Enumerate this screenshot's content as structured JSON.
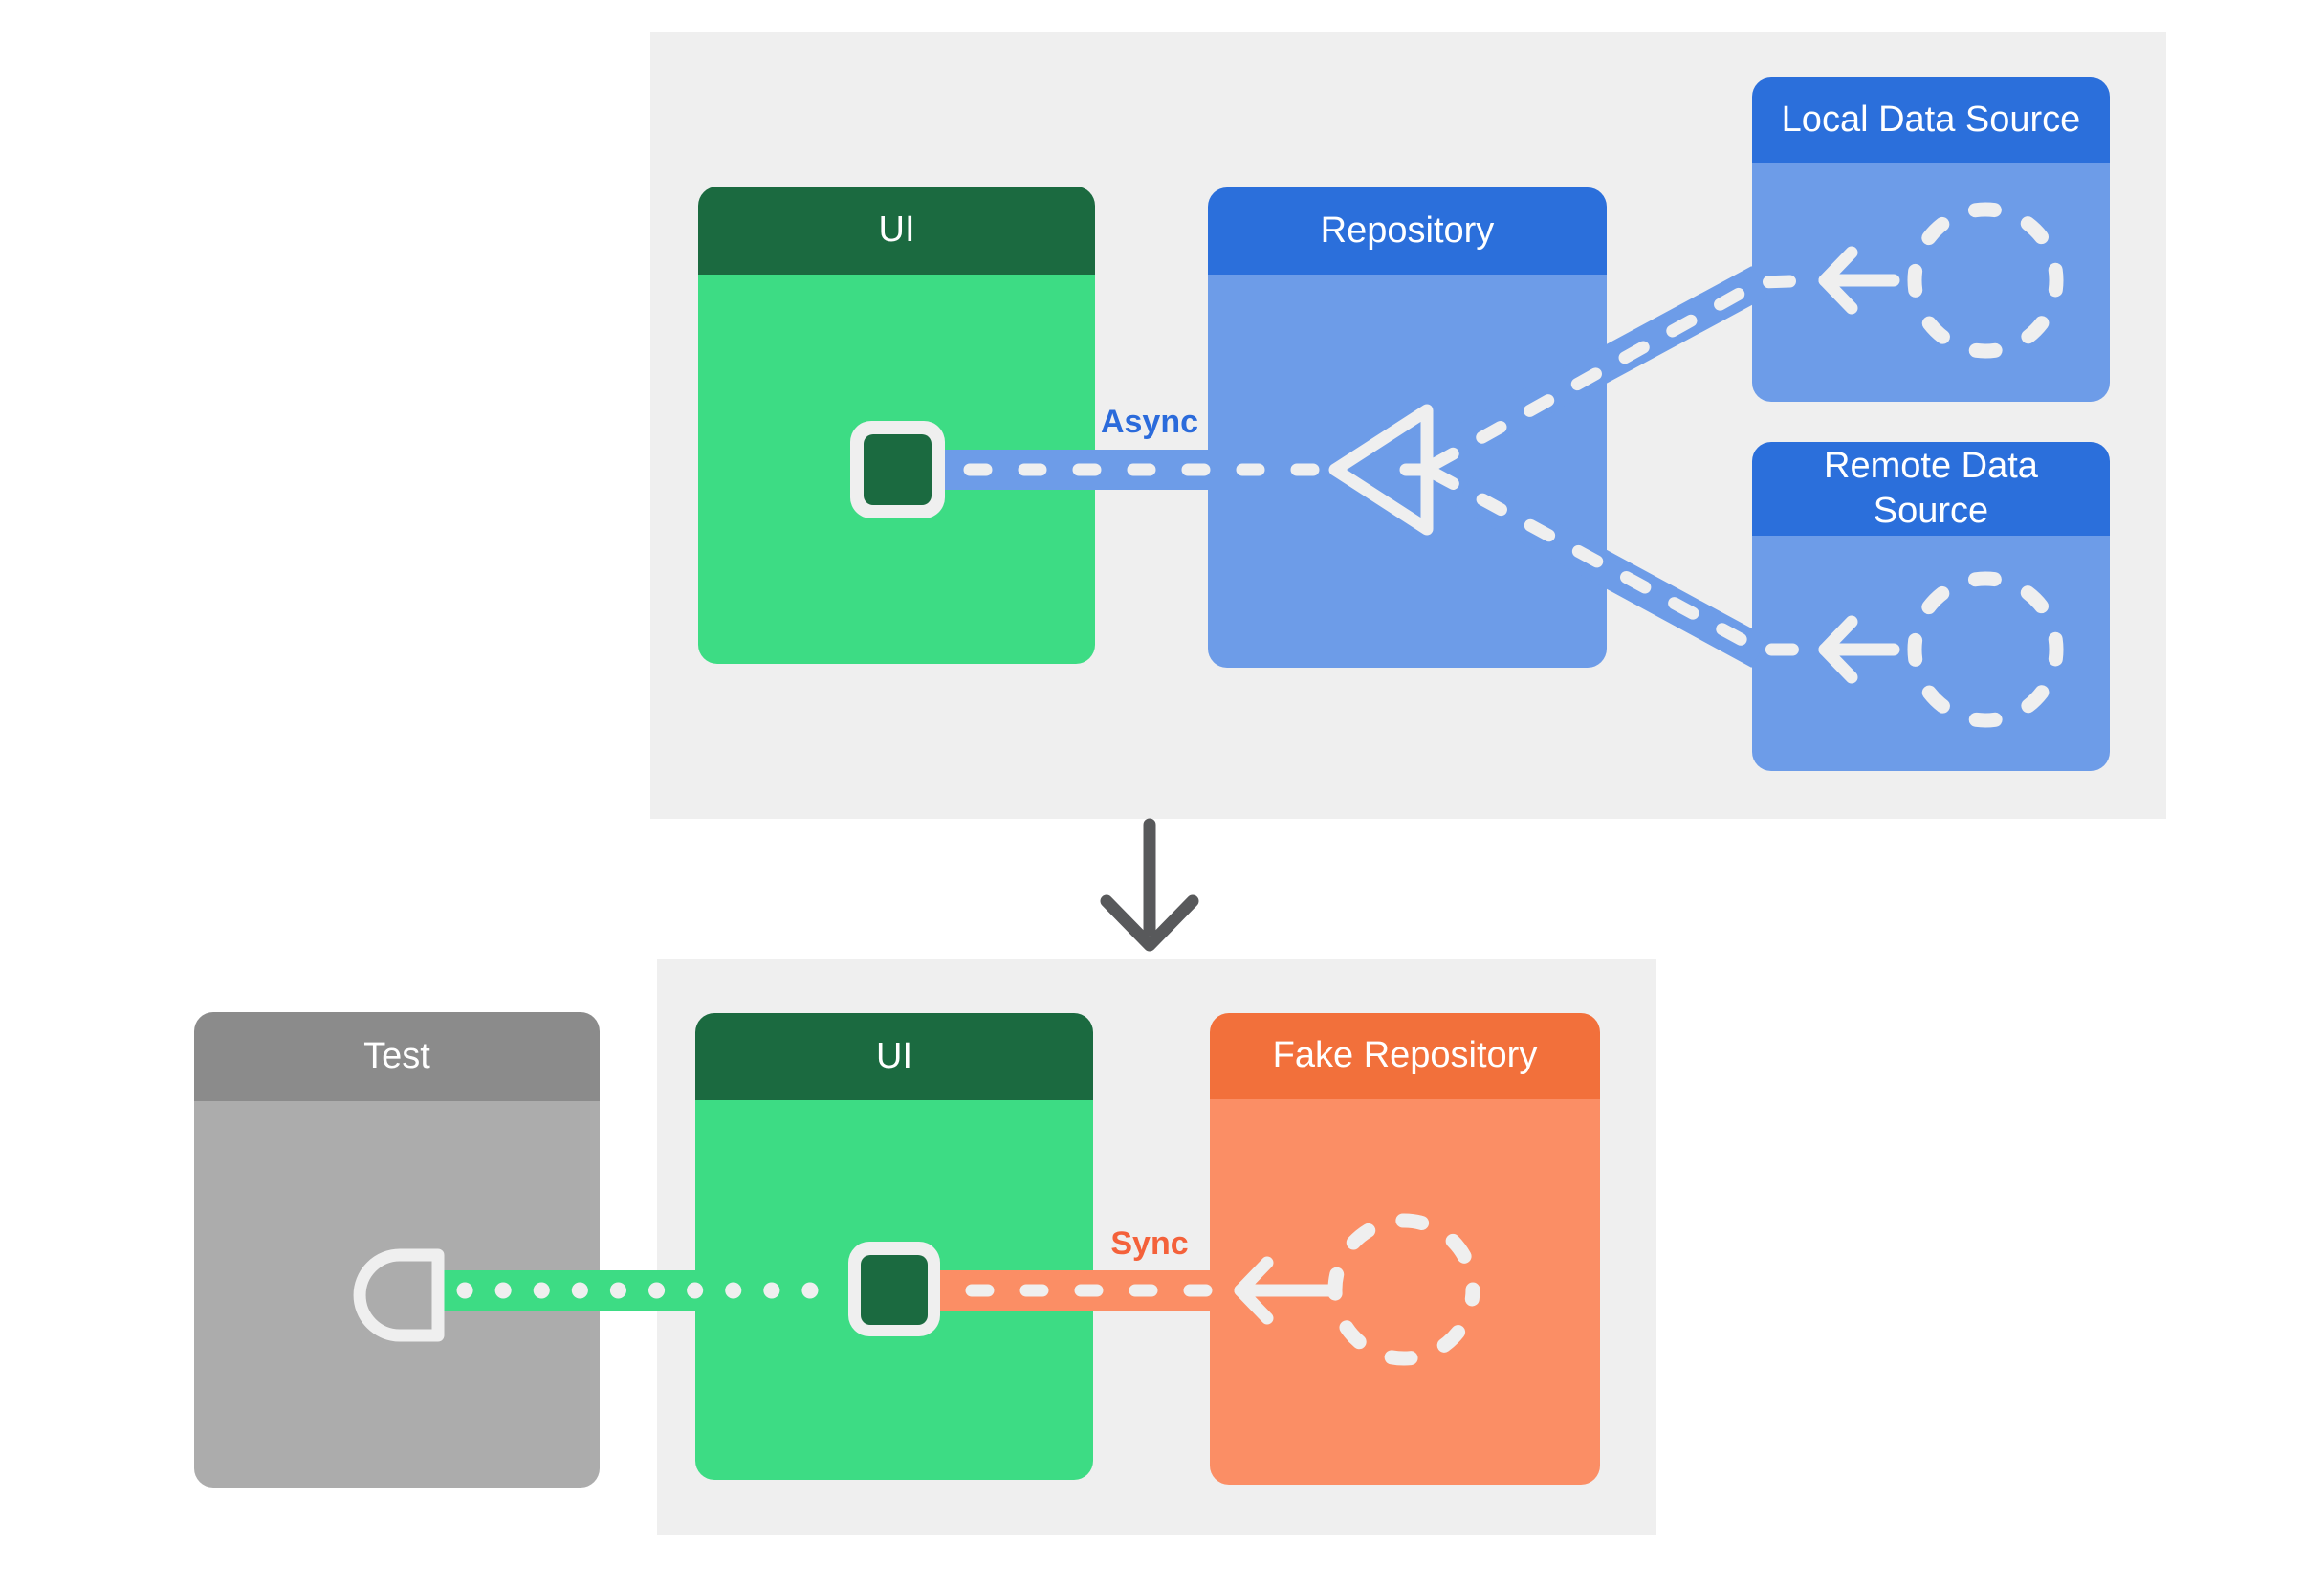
{
  "diagram": {
    "production": {
      "ui_card": {
        "title": "UI"
      },
      "repository_card": {
        "title": "Repository"
      },
      "local_data_source_card": {
        "title": "Local Data Source"
      },
      "remote_data_source_card": {
        "title": "Remote Data\nSource"
      },
      "connection_label": "Async"
    },
    "test": {
      "test_card": {
        "title": "Test"
      },
      "ui_card": {
        "title": "UI"
      },
      "fake_repository_card": {
        "title": "Fake Repository"
      },
      "connection_label": "Sync"
    }
  },
  "colors": {
    "page_bg": "#ffffff",
    "panel_bg": "#efefef",
    "green_dark": "#1b6a40",
    "green": "#3ddc84",
    "blue_dark": "#2b6fdb",
    "blue_light": "#6d9ce8",
    "orange_dark": "#f2703b",
    "orange_light": "#fb8e65",
    "gray_dark": "#8b8b8b",
    "gray_light": "#acacac",
    "arrow_gray": "#58595b",
    "stroke_white": "#efefef",
    "async_text": "#2b6bdb",
    "sync_text": "#f4613a"
  }
}
